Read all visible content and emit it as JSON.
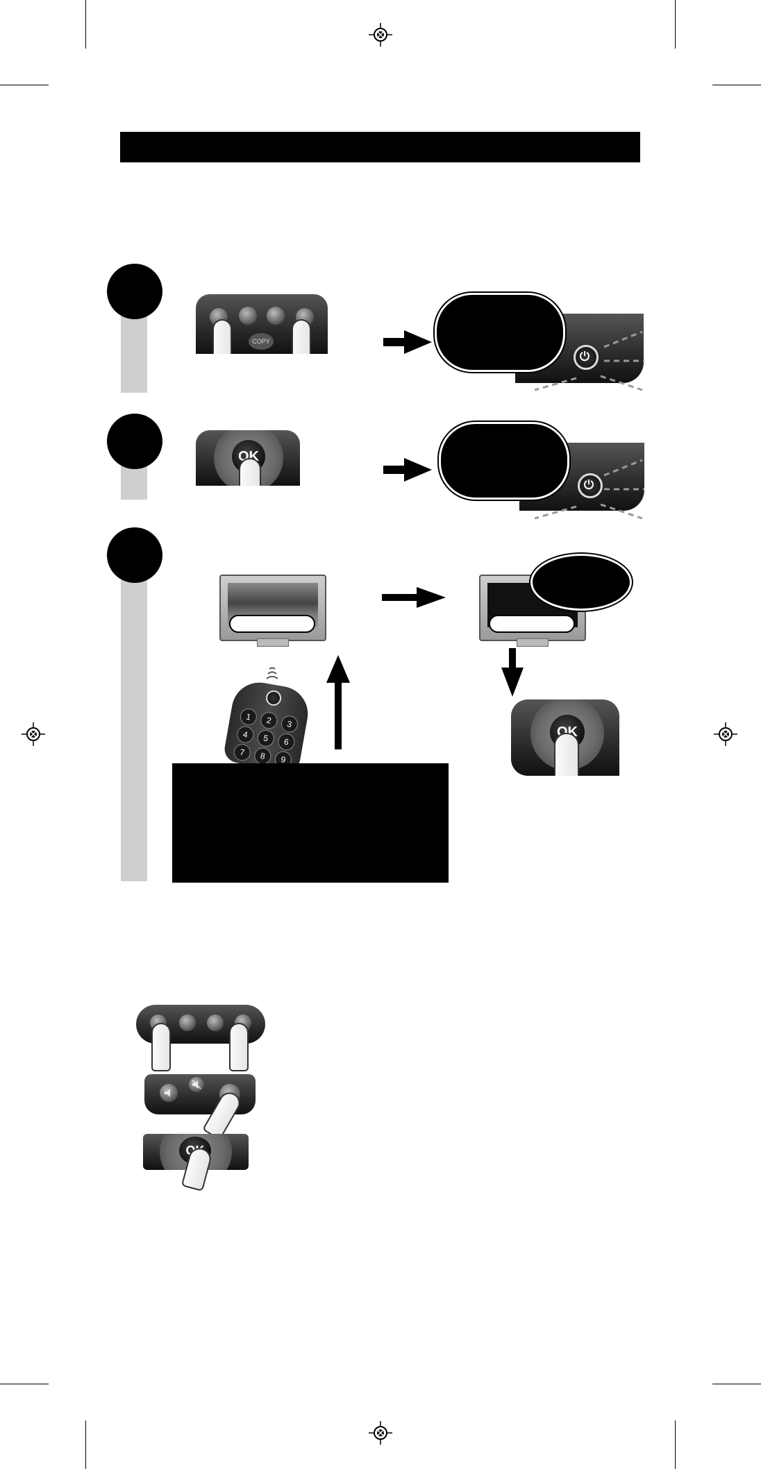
{
  "page": {
    "background": "#ffffff",
    "accent": "#000000",
    "step_bar_color": "#cfcfcf"
  },
  "icons": [
    "registration-mark-icon",
    "power-icon",
    "arrow-right-icon",
    "arrow-up-icon",
    "arrow-down-icon",
    "wave-signal-icon",
    "mute-icon",
    "volume-icon"
  ],
  "labels": {
    "copy_button": "COPY",
    "ok_button": "OK"
  },
  "remote_keys": [
    "1",
    "2",
    "3",
    "4",
    "5",
    "6",
    "7",
    "8",
    "9"
  ]
}
